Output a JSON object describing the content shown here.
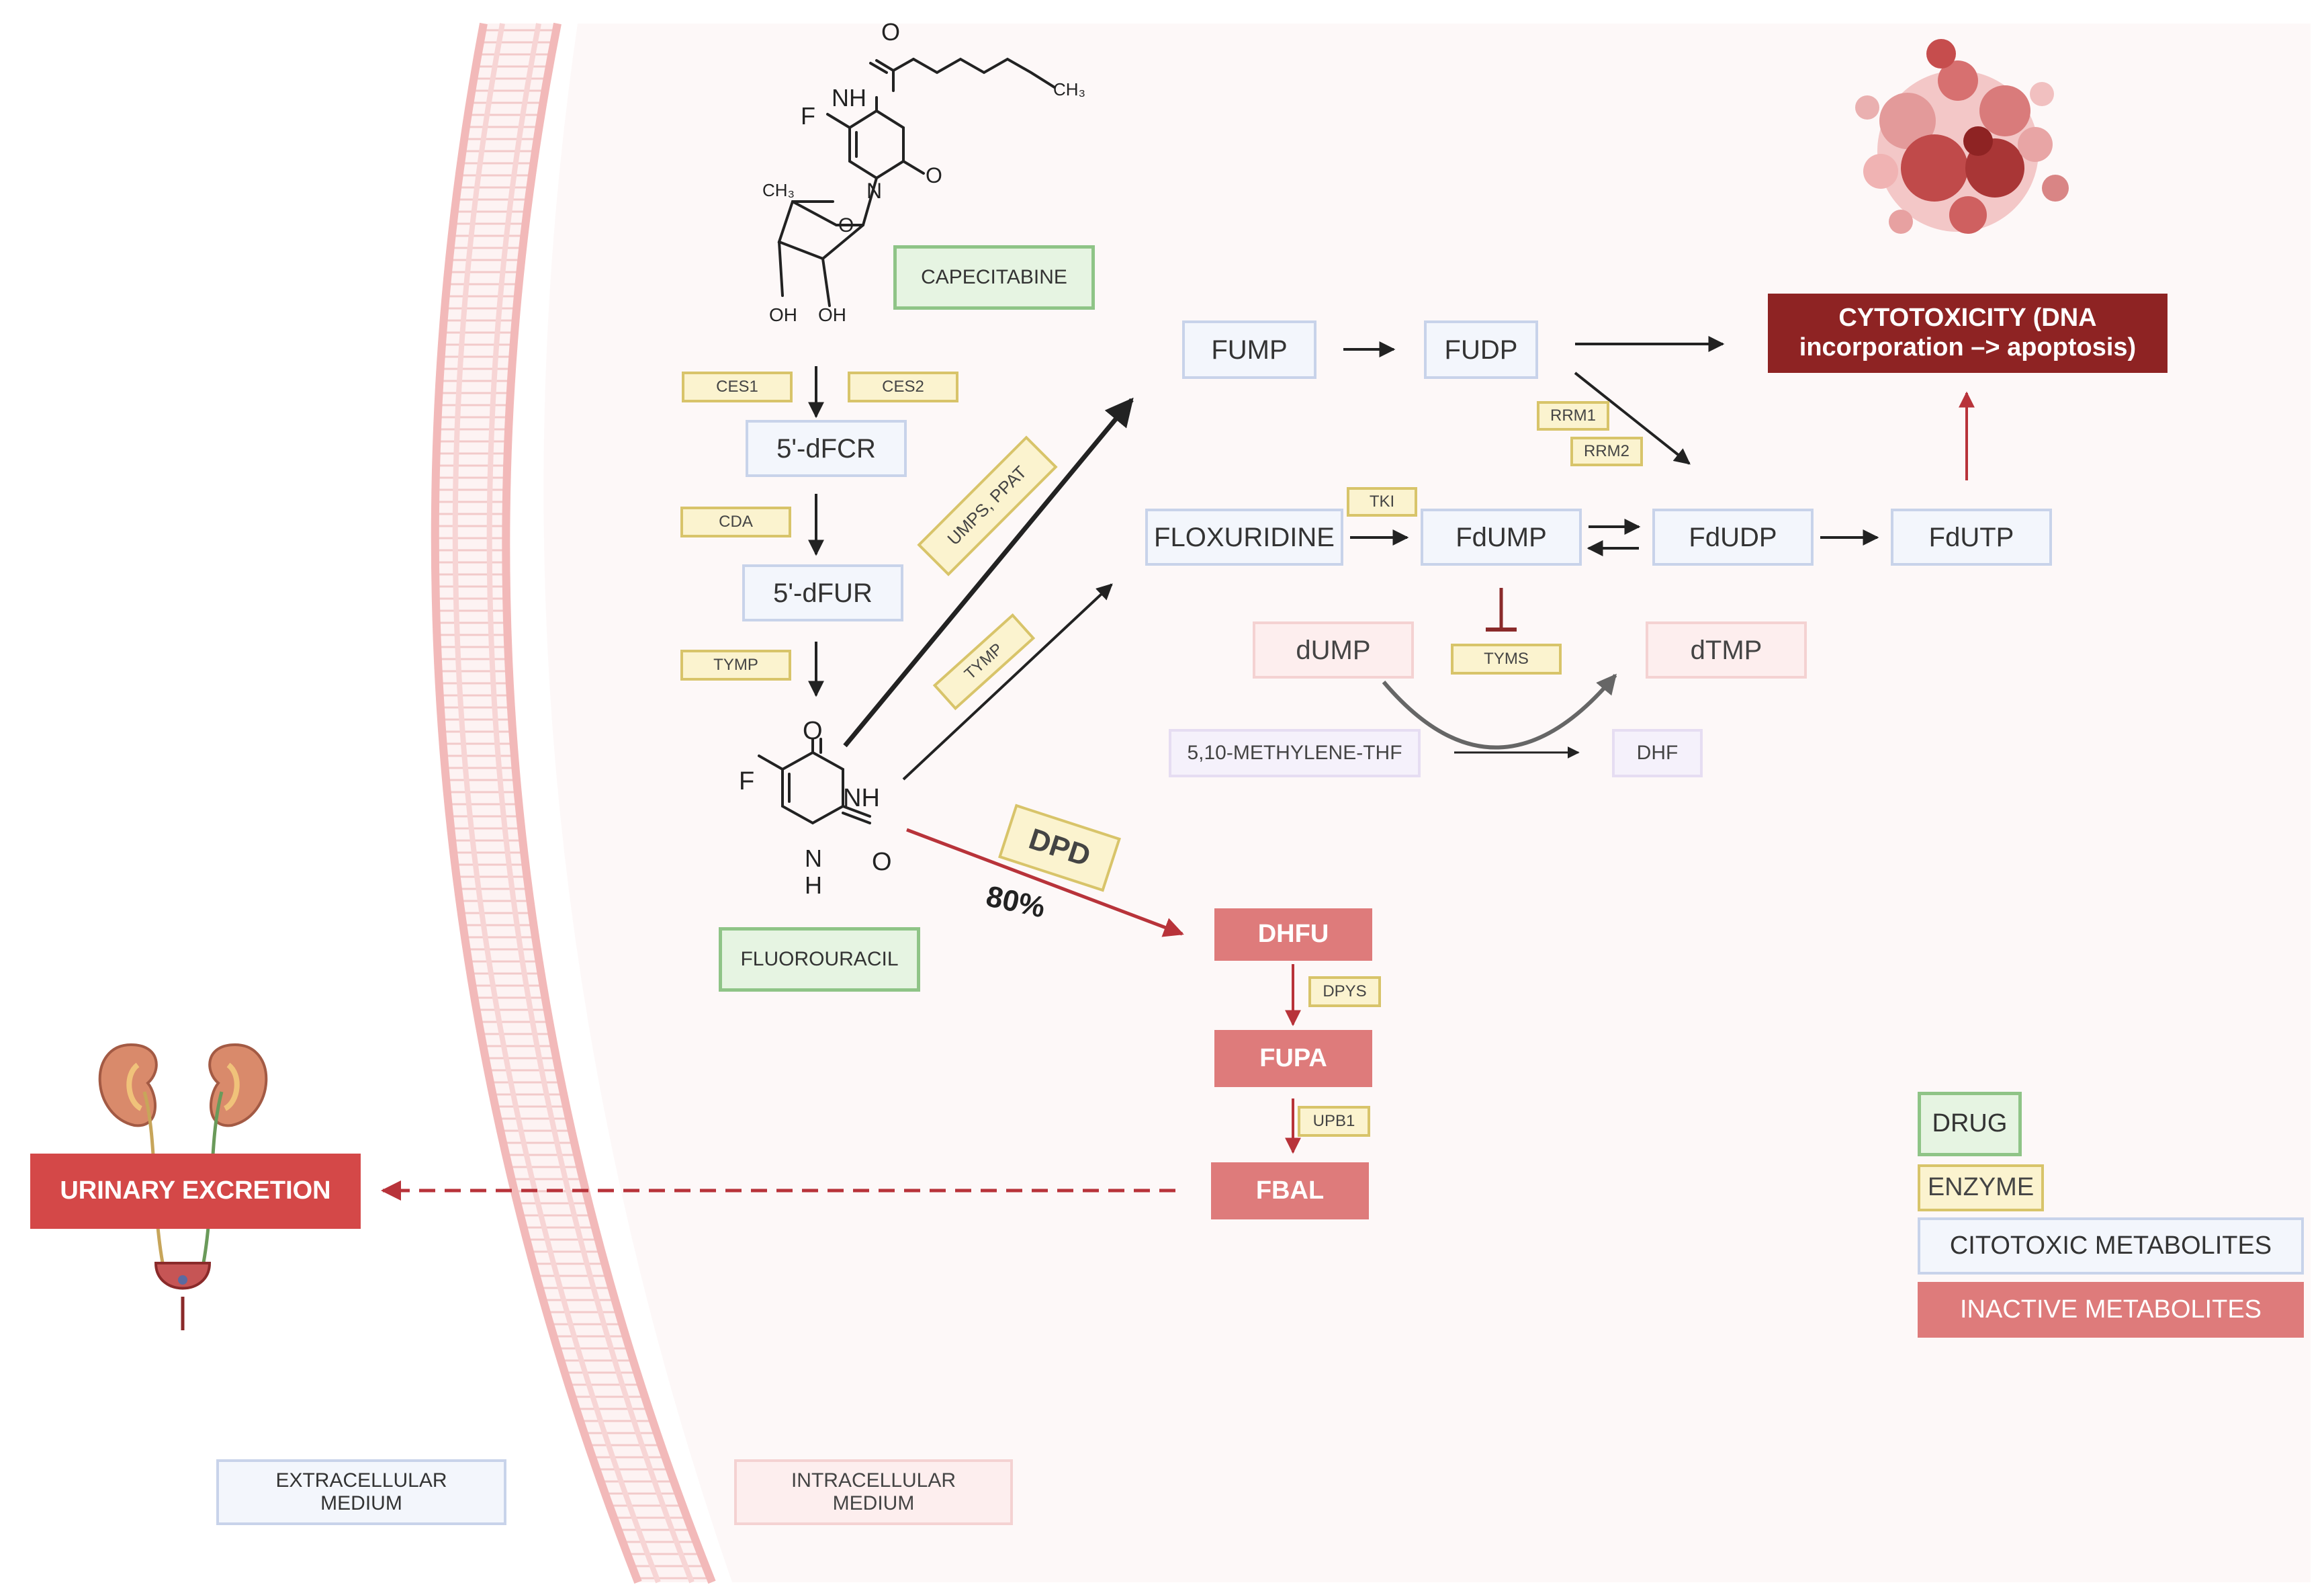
{
  "molecules": {
    "capecitabine": {
      "label": "CAPECITABINE",
      "atoms": {
        "o_top": "O",
        "nh": "NH",
        "ch3": "CH₃",
        "f": "F",
        "n_ring": "N",
        "o_ring": "O",
        "ring_ch3": "CH₃",
        "o_sugar": "O",
        "oh1": "OH",
        "oh2": "OH"
      }
    },
    "fluorouracil": {
      "label": "FLUOROURACIL",
      "atoms": {
        "o_top": "O",
        "nh": "NH",
        "f": "F",
        "n": "N",
        "h": "H",
        "o_right": "O"
      }
    }
  },
  "metabolites": {
    "dfcr": "5'-dFCR",
    "dfur": "5'-dFUR",
    "fump": "FUMP",
    "fudp": "FUDP",
    "floxuridine": "FLOXURIDINE",
    "fdump": "FdUMP",
    "fdudp": "FdUDP",
    "fdutp": "FdUTP",
    "dump": "dUMP",
    "dtmp": "dTMP",
    "methylene_thf": "5,10-METHYLENE-THF",
    "dhf": "DHF"
  },
  "enzymes": {
    "ces1": "CES1",
    "ces2": "CES2",
    "cda": "CDA",
    "tymp_1": "TYMP",
    "tymp_2": "TYMP",
    "umps_ppat": "UMPS, PPAT",
    "dpd": "DPD",
    "tki": "TKI",
    "rrm1": "RRM1",
    "rrm2": "RRM2",
    "tyms": "TYMS",
    "dpys": "DPYS",
    "upb1": "UPB1"
  },
  "inactive": {
    "dhfu": "DHFU",
    "fupa": "FUPA",
    "fbal": "FBAL"
  },
  "cytotoxicity": {
    "line1": "CYTOTOXICITY (DNA",
    "line2": "incorporation –> apoptosis)"
  },
  "percent": "80%",
  "urinary_excretion": "URINARY EXCRETION",
  "legend": {
    "drug": "DRUG",
    "enzyme": "ENZYME",
    "cytotoxic": "CITOTOXIC METABOLITES",
    "inactive": "INACTIVE METABOLITES"
  },
  "media": {
    "extracellular": {
      "line1": "EXTRACELLULAR",
      "line2": "MEDIUM"
    },
    "intracellular": {
      "line1": "INTRACELLULAR",
      "line2": "MEDIUM"
    }
  },
  "colors": {
    "cell_interior": "#fdf8f8",
    "membrane": "#f4c6c6",
    "metabolite_fill": "#f3f6fc",
    "enzyme_fill": "#fbf3cf",
    "drug_fill": "#e6f4e2",
    "inactive_fill": "#de7b7b",
    "cytotoxicity_fill": "#8e2323",
    "red_arrow": "#b8333a"
  }
}
